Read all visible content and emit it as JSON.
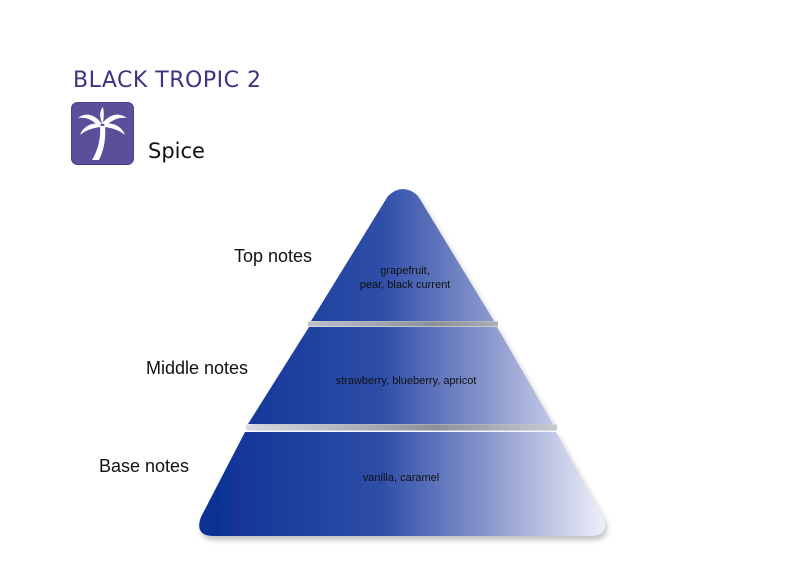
{
  "product": {
    "name": "BLACK TROPIC 2",
    "category": "Spice",
    "icon": "palm-tree-icon",
    "icon_color": "#5a4f9a"
  },
  "pyramid": {
    "gradient_start": "#0a2f93",
    "gradient_mid": "#3a56a8",
    "gradient_end": "#f2f3fa",
    "tiers": [
      {
        "label": "Top notes",
        "notes_lines": [
          "grapefruit,",
          "pear, black current"
        ]
      },
      {
        "label": "Middle notes",
        "notes_lines": [
          "strawberry, blueberry, apricot"
        ]
      },
      {
        "label": "Base notes",
        "notes_lines": [
          "vanilla, caramel"
        ]
      }
    ]
  }
}
